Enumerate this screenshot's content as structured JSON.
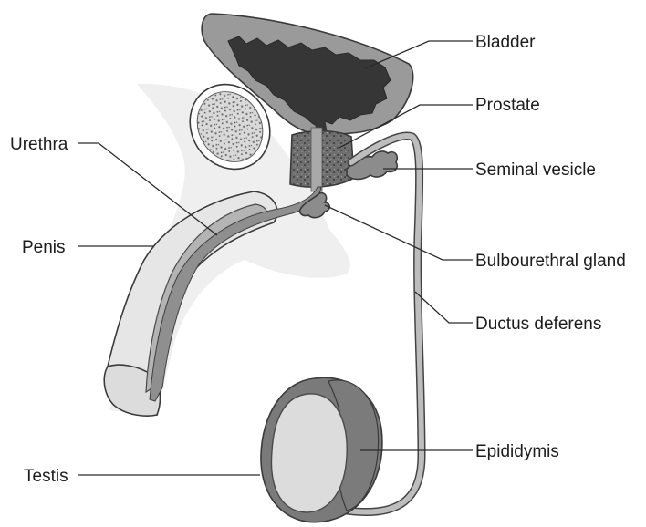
{
  "labels": {
    "bladder": "Bladder",
    "prostate": "Prostate",
    "urethra": "Urethra",
    "seminal_vesicle": "Seminal vesicle",
    "penis": "Penis",
    "bulbourethral_gland": "Bulbourethral gland",
    "ductus_deferens": "Ductus deferens",
    "epididymis": "Epididymis",
    "testis": "Testis"
  },
  "colors": {
    "body_tint": "#efefef",
    "bladder_wall": "#9a9a9a",
    "bladder_lumen": "#3a3a3a",
    "tissue_light": "#d6d6d6",
    "tissue_mid": "#b4b4b4",
    "tissue_dark": "#6e6e6e",
    "testis_fill": "#dcdcdc",
    "epididymis_fill": "#7b7b7b"
  }
}
